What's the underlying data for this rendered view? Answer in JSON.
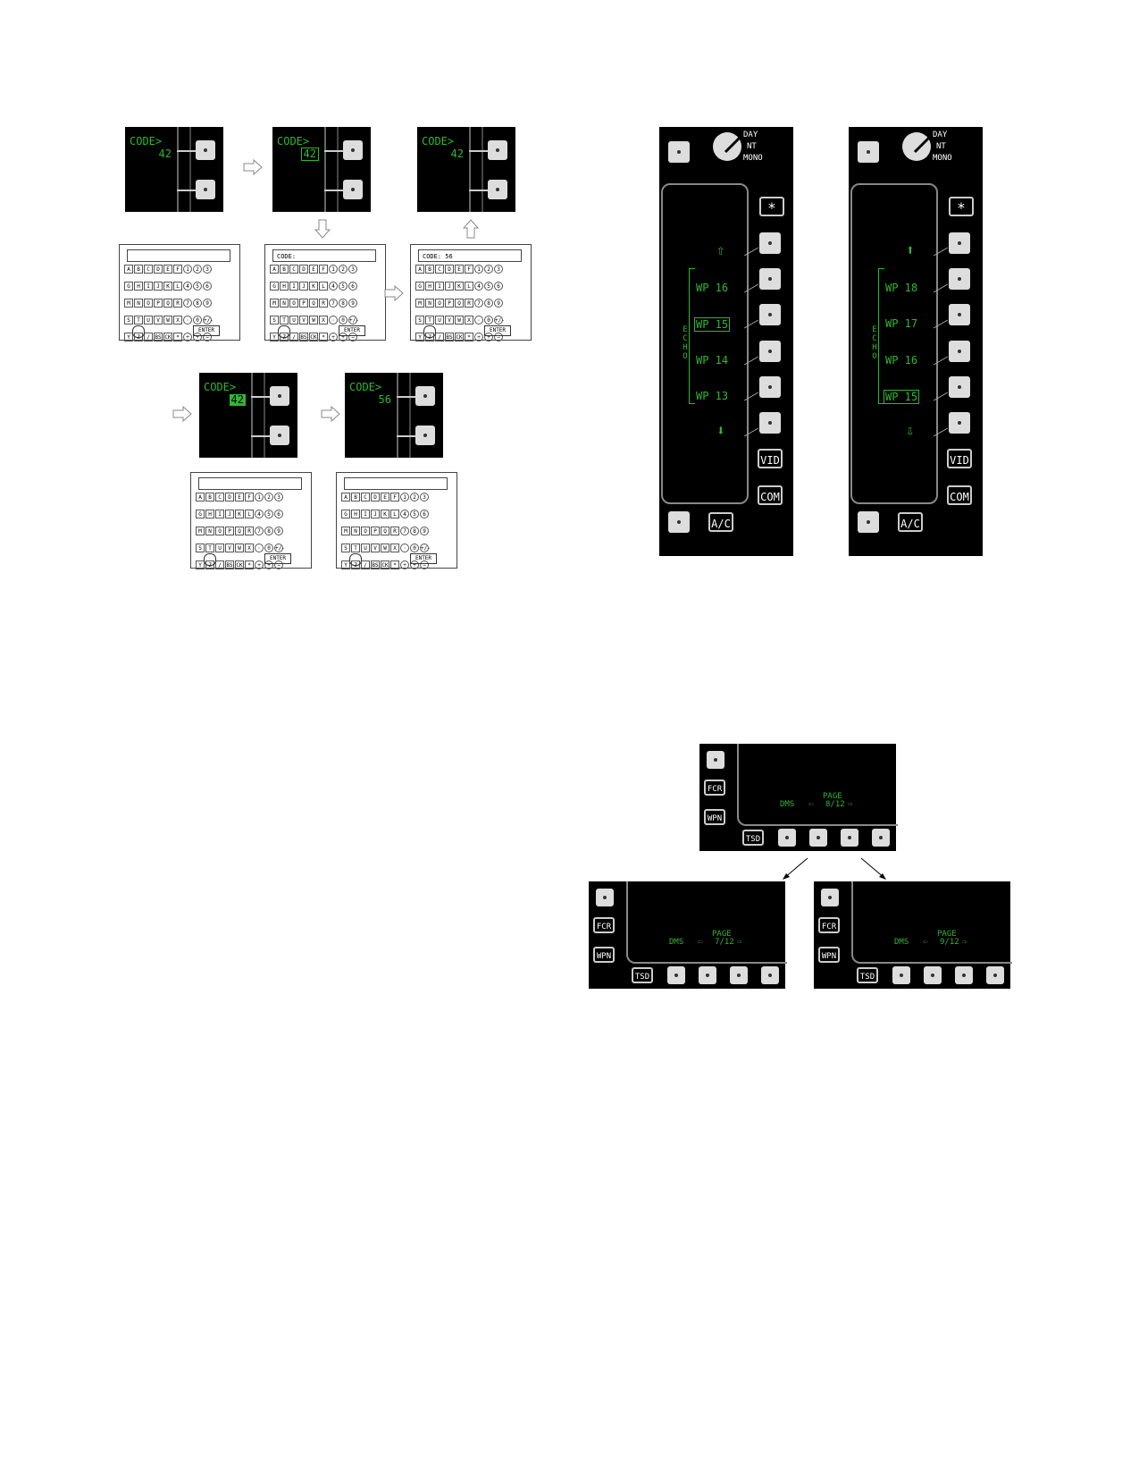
{
  "code_panels": {
    "label": "CODE>",
    "p1_value": "42",
    "p2_value": "42",
    "p3_value": "42",
    "p4_value": "42",
    "p5_value": "56"
  },
  "keyboard": {
    "display_blank": "",
    "display_code": "CODE:",
    "display_code56": "CODE: 56",
    "enter_label": "ENTER",
    "row1": [
      "A",
      "B",
      "C",
      "D",
      "E",
      "F",
      "1",
      "2",
      "3"
    ],
    "row2": [
      "G",
      "H",
      "I",
      "J",
      "K",
      "L",
      "4",
      "5",
      "6"
    ],
    "row3": [
      "M",
      "N",
      "O",
      "P",
      "Q",
      "R",
      "7",
      "8",
      "9"
    ],
    "row4": [
      "S",
      "T",
      "U",
      "V",
      "W",
      "X",
      "·",
      "0",
      "+/-"
    ],
    "row5": [
      "Y",
      "Z",
      "/",
      "BS",
      "CK",
      "*",
      "+",
      "+",
      "−"
    ]
  },
  "mfd_left": {
    "mode_day": "DAY",
    "mode_nt": "NT",
    "mode_mono": "MONO",
    "star": "*",
    "echo": "ECHO",
    "wp": [
      "WP 16",
      "WP 15",
      "WP 14",
      "WP 13"
    ],
    "vid": "VID",
    "com": "COM",
    "ac": "A/C"
  },
  "mfd_right": {
    "mode_day": "DAY",
    "mode_nt": "NT",
    "mode_mono": "MONO",
    "star": "*",
    "echo": "ECHO",
    "wp": [
      "WP 18",
      "WP 17",
      "WP 16",
      "WP 15"
    ],
    "vid": "VID",
    "com": "COM",
    "ac": "A/C"
  },
  "page_panels": {
    "fcr": "FCR",
    "wpn": "WPN",
    "tsd": "TSD",
    "dms": "DMS",
    "page": "PAGE",
    "top_page": "8/12",
    "left_page": "7/12",
    "right_page": "9/12"
  }
}
